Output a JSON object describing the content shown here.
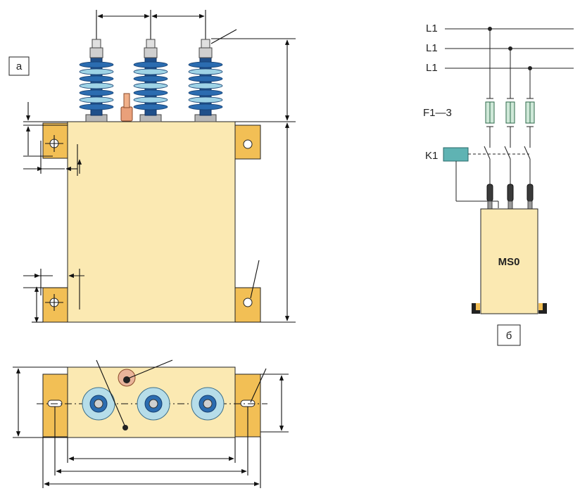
{
  "diagram_a": {
    "label": "а"
  },
  "diagram_b": {
    "label": "б",
    "lines": [
      "L1",
      "L1",
      "L1"
    ],
    "fuse_label": "F1—3",
    "contactor_label": "K1",
    "load_label": "MS0"
  },
  "colors": {
    "capacitor_body": "#fbe9b2",
    "mounting_tab": "#f2bf55",
    "insulator_blue": "#2b6cb0",
    "fuse_green": "#cfe8d8",
    "contactor_teal": "#5fb3b3"
  }
}
